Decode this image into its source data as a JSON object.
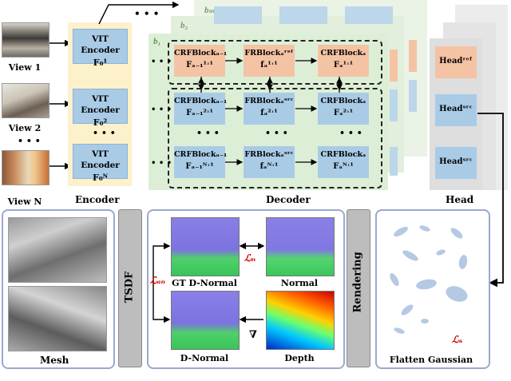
{
  "views": [
    {
      "label": "View 1"
    },
    {
      "label": "View 2"
    },
    {
      "label": "View N"
    }
  ],
  "view_dots": "• • •",
  "encoder": {
    "title": "Encoder",
    "box_label": "VIT Encoder",
    "features": [
      "F₀¹",
      "F₀²",
      "F₀ᴺ"
    ],
    "dots": "• • •"
  },
  "decoder": {
    "title": "Decoder",
    "layer_labels": [
      "b₁",
      "b₂",
      "bₘ"
    ],
    "top_dots": "• • •",
    "row_ref": {
      "blocks": [
        {
          "name": "CRFBlockₐ₋₁",
          "feat": "Fₐ₋₁¹˒¹"
        },
        {
          "name": "FRBlockₐʳᵉᶠ",
          "feat": "fₐ¹˒¹"
        },
        {
          "name": "CRFBlockₐ",
          "feat": "Fₐ¹˒¹"
        }
      ]
    },
    "row_src2": {
      "blocks": [
        {
          "name": "CRFBlockₐ₋₁",
          "feat": "Fₐ₋₁²˒¹"
        },
        {
          "name": "FRBlockₐˢʳᶜ",
          "feat": "fₐ²˒¹"
        },
        {
          "name": "CRFBlockₐ",
          "feat": "Fₐ²˒¹"
        }
      ]
    },
    "row_srcN": {
      "blocks": [
        {
          "name": "CRFBlockₐ₋₁",
          "feat": "Fₐ₋₁ᴺ˒¹"
        },
        {
          "name": "FRBlockₐˢʳᶜ",
          "feat": "fₐᴺ˒¹"
        },
        {
          "name": "CRFBlockₐ",
          "feat": "Fₐᴺ˒¹"
        }
      ]
    },
    "side_dots": "• • •"
  },
  "head": {
    "title": "Head",
    "ref": "Headʳᵉᶠ",
    "src": "Headˢʳᶜ",
    "srcN": "Headˢʳᶜ"
  },
  "bottom": {
    "mesh_label": "Mesh",
    "tsdf_label": "TSDF",
    "gt_dnormal": "GT D-Normal",
    "normal": "Normal",
    "dnormal": "D-Normal",
    "depth": "Depth",
    "loss_n": "ℒₙ",
    "loss_dn": "ℒₐₙ",
    "nabla": "∇",
    "rendering_label": "Rendering",
    "flatten_label": "Flatten Gaussian",
    "loss_s": "ℒₛ"
  },
  "colors": {
    "encoder_bg": "#fdf1cc",
    "block_blue": "#a9cbe6",
    "block_orange": "#f4c3a4",
    "decoder_bg": "#dcefd6",
    "panel_border": "#9aa9cf",
    "loss_red": "#d40000"
  }
}
